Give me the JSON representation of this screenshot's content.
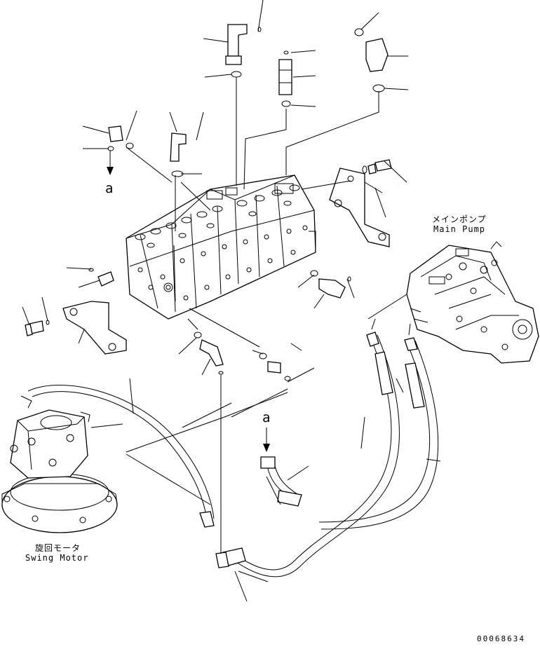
{
  "labels": {
    "main_pump_jp": "メインポンプ",
    "main_pump_en": "Main Pump",
    "swing_motor_jp": "旋回モータ",
    "swing_motor_en": "Swing Motor",
    "view_ref_top": "a",
    "view_ref_bottom": "a",
    "drawing_number": "00068634"
  }
}
